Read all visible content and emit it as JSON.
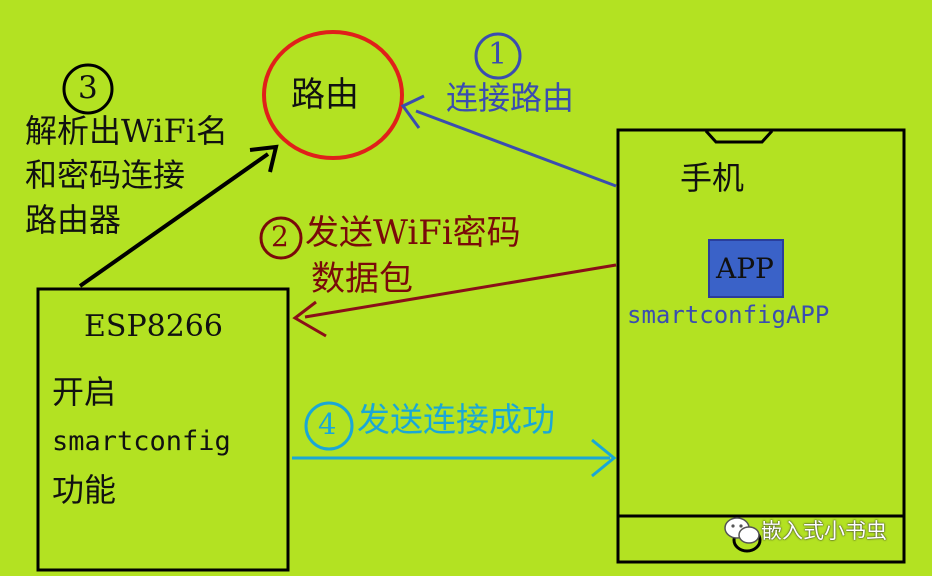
{
  "colors": {
    "background": "#b3e222",
    "router_circle": "#e0201a",
    "blue_arrow": "#3a4db0",
    "darkred_arrow": "#8a0f18",
    "cyan_arrow": "#1aa7d6",
    "app_box": "#3a62c8"
  },
  "router": {
    "label": "路由"
  },
  "esp": {
    "title": "ESP8266",
    "line1": "开启",
    "line2": "smartconfig",
    "line3": "功能"
  },
  "phone": {
    "title": "手机",
    "app_label": "APP",
    "app_name": "smartconfigAPP"
  },
  "steps": {
    "s1": {
      "num": "1",
      "text": "连接路由"
    },
    "s2": {
      "num": "2",
      "text1": "发送WiFi密码",
      "text2": "数据包"
    },
    "s3": {
      "num": "3",
      "text1": "解析出WiFi名",
      "text2": "和密码连接",
      "text3": "路由器"
    },
    "s4": {
      "num": "4",
      "text": "发送连接成功"
    }
  },
  "watermark": {
    "icon": "wechat-icon",
    "text": "嵌入式小书虫"
  }
}
